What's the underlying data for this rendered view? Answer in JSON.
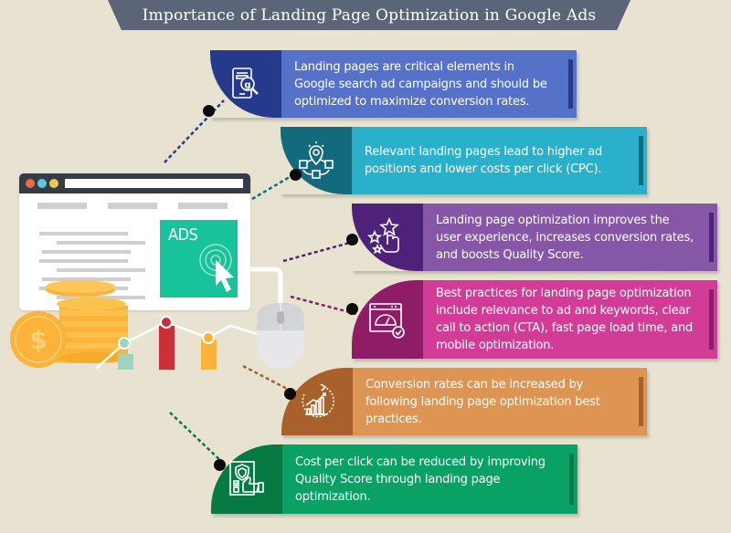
{
  "title": "Importance of Landing Page Optimization in Google Ads",
  "colors": {
    "background": "#e8e2d0",
    "title_banner": "#5b6577"
  },
  "illustration": {
    "browser": {
      "window_dots": [
        "#f26845",
        "#5cc7e2",
        "#f7c451"
      ],
      "ad_label": "ADS",
      "ad_color": "#17c39b"
    },
    "chart_bars": [
      {
        "color": "#9ed3bd",
        "marker": "#9ed3bd"
      },
      {
        "color": "#cc2f3a",
        "marker": "#cc2f3a"
      },
      {
        "color": "#fbb33a",
        "marker": "#fbb33a"
      }
    ],
    "coin_symbol": "$"
  },
  "banners": [
    {
      "icon": "mobile-search-g-icon",
      "text": "Landing pages are critical elements in Google search ad campaigns and should be optimized to maximize conversion rates.",
      "cap_color": "#263a8c",
      "body_color": "#5572c8",
      "edge_color": "#263a8c"
    },
    {
      "icon": "location-pin-network-icon",
      "text": "Relevant landing pages lead to higher ad positions and lower costs per click (CPC).",
      "cap_color": "#136a7d",
      "body_color": "#2bb0cb",
      "edge_color": "#136a7d"
    },
    {
      "icon": "stars-hand-click-icon",
      "text": "Landing page optimization improves the user experience, increases conversion rates, and boosts Quality Score.",
      "cap_color": "#4e2278",
      "body_color": "#8557a6",
      "edge_color": "#4e2278"
    },
    {
      "icon": "browser-speedometer-check-icon",
      "text": "Best practices for landing page optimization include relevance to ad and keywords, clear call to action (CTA), fast page load time, and mobile optimization.",
      "cap_color": "#8e1c66",
      "body_color": "#d33c96",
      "edge_color": "#8e1c66"
    },
    {
      "icon": "growth-chart-cycle-icon",
      "text": "Conversion rates can be increased by following landing page optimization best practices.",
      "cap_color": "#a8612a",
      "body_color": "#de9553",
      "edge_color": "#a8612a"
    },
    {
      "icon": "shield-checklist-thumbs-up-icon",
      "text": "Cost per click can be reduced by improving Quality Score through landing page optimization.",
      "cap_color": "#077a44",
      "body_color": "#0aa164",
      "edge_color": "#077a44"
    }
  ]
}
